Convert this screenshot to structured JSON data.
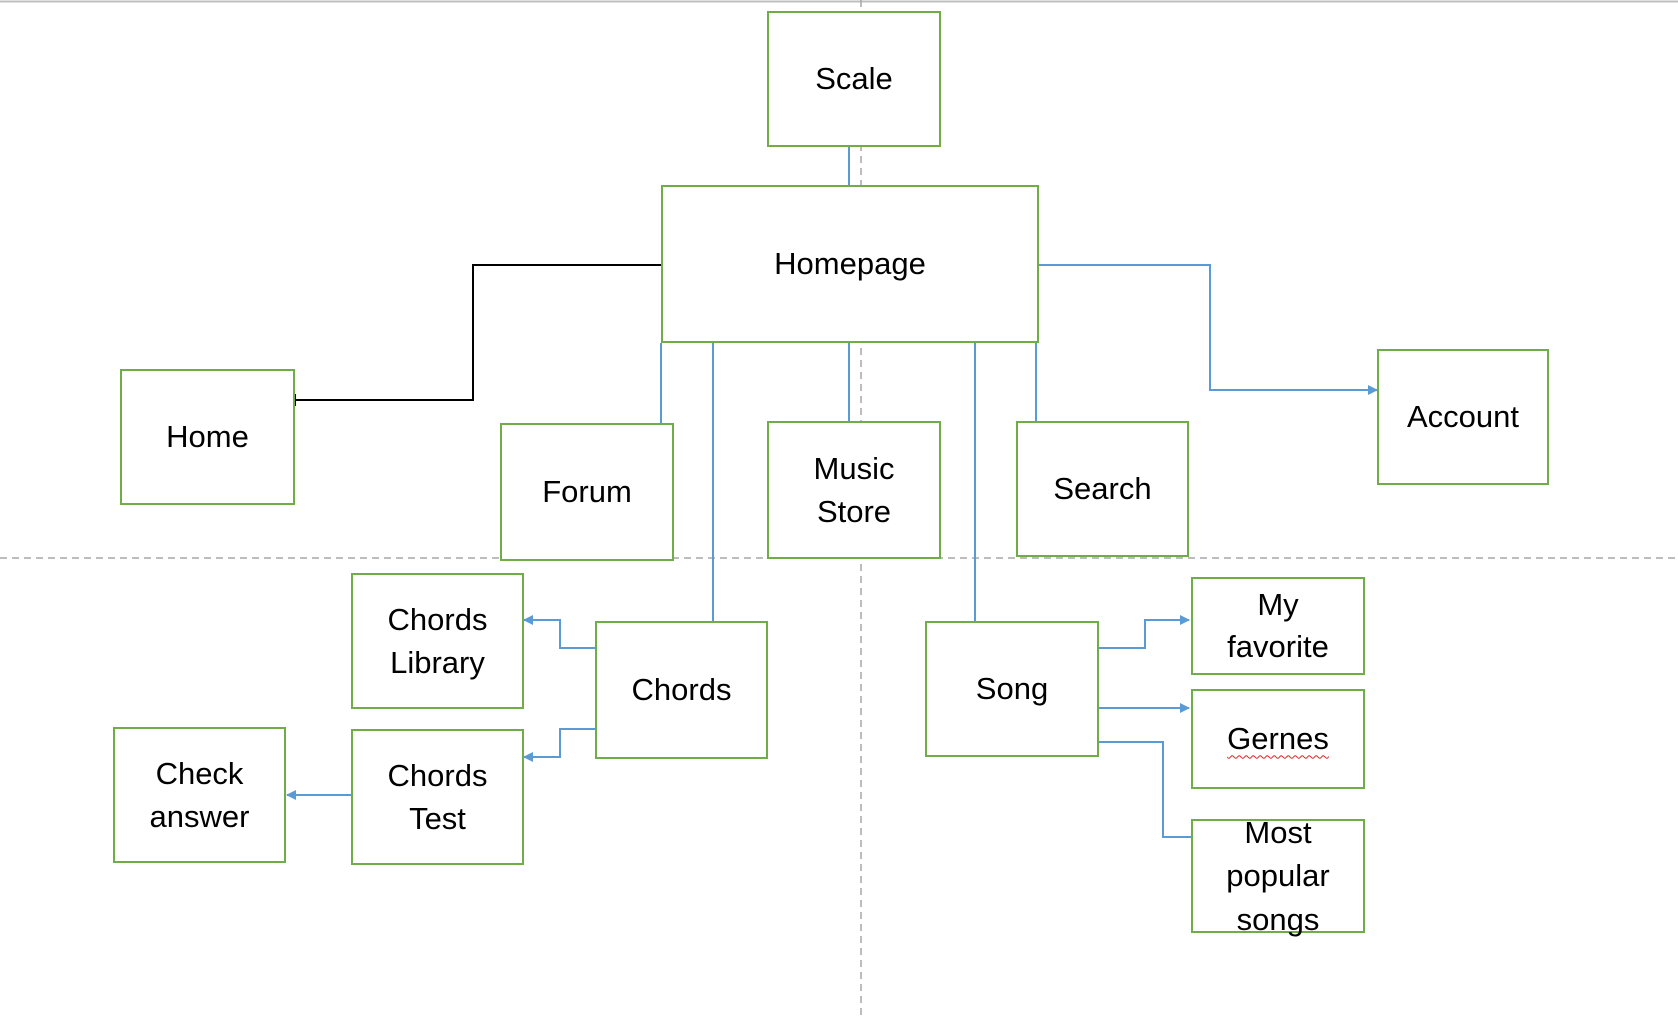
{
  "colors": {
    "box_border": "#70ad47",
    "connector": "#5b9bd5",
    "home_connector": "#000000",
    "guide": "#a6a6a6"
  },
  "nodes": {
    "scale": "Scale",
    "homepage": "Homepage",
    "home": "Home",
    "forum": "Forum",
    "music_store": "Music\nStore",
    "search": "Search",
    "account": "Account",
    "chords": "Chords",
    "chords_library": "Chords\nLibrary",
    "chords_test": "Chords\nTest",
    "check_answer": "Check\nanswer",
    "song": "Song",
    "my_favorite": "My\nfavorite",
    "gernes": "Gernes",
    "most_popular": "Most\npopular\nsongs"
  }
}
